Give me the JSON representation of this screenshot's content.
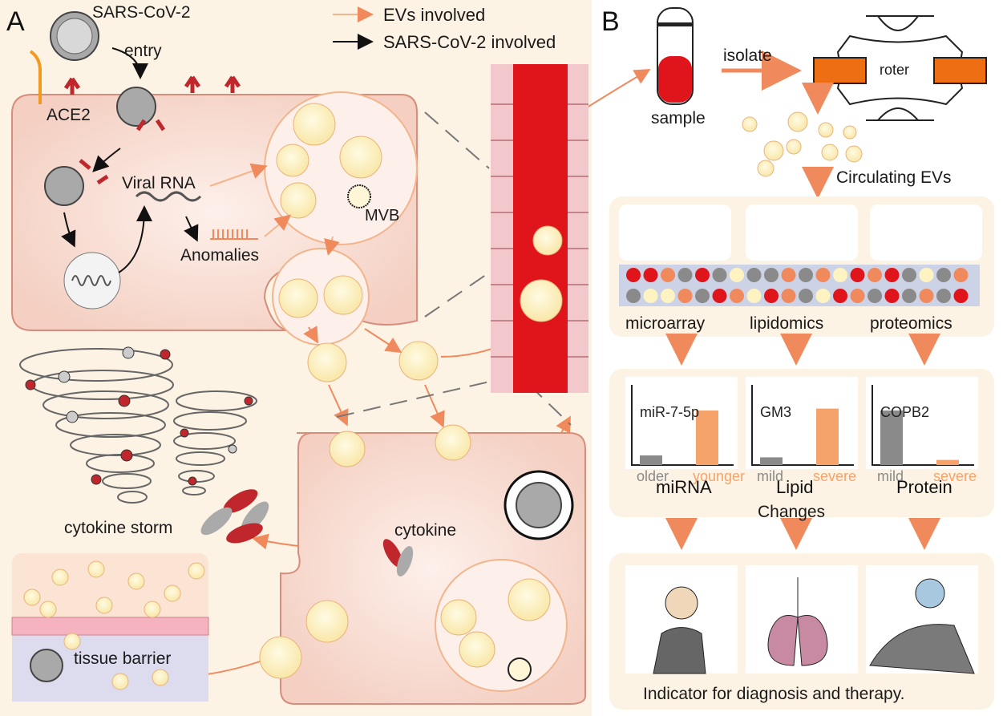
{
  "panels": {
    "a": "A",
    "b": "B"
  },
  "legend": {
    "evs": "EVs involved",
    "sars": "SARS-CoV-2 involved"
  },
  "panel_a": {
    "virus": "SARS-CoV-2",
    "entry": "entry",
    "ace2": "ACE2",
    "viral_rna": "Viral RNA",
    "anomalies": "Anomalies",
    "mvb": "MVB",
    "cytokine_storm": "cytokine storm",
    "cytokine": "cytokine",
    "tissue_barrier": "tissue barrier"
  },
  "panel_b": {
    "sample": "sample",
    "isolate": "isolate",
    "roter": "roter",
    "circulating_evs": "Circulating EVs",
    "methods": [
      "microarray",
      "lipidomics",
      "proteomics"
    ],
    "bar_charts": [
      {
        "title": "miR-7-5p",
        "categories": [
          "older",
          "younger"
        ],
        "values": [
          0.15,
          0.85
        ],
        "category_label": "miRNA"
      },
      {
        "title": "GM3",
        "categories": [
          "mild",
          "severe"
        ],
        "values": [
          0.12,
          0.88
        ],
        "category_label": "Lipid"
      },
      {
        "title": "COPB2",
        "categories": [
          "mild",
          "severe"
        ],
        "values": [
          0.85,
          0.08
        ],
        "category_label": "Protein"
      }
    ],
    "changes": "Changes",
    "indicator": "Indicator for diagnosis and therapy."
  },
  "colors": {
    "ev": "#f5a36b",
    "ev_fill": "#fbf0c6",
    "blood": "#e0151c",
    "cell": "#f6d9cf",
    "bg": "#fdf2e3",
    "grey": "#8a8a8a"
  }
}
